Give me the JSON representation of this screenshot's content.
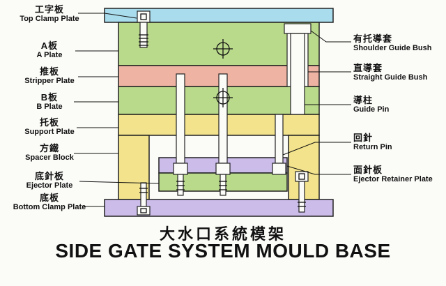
{
  "title": {
    "zh": "大水口系統模架",
    "en": "SIDE GATE SYSTEM MOULD BASE"
  },
  "labels": {
    "left": [
      {
        "zh": "工字板",
        "en": "Top Clamp Plate"
      },
      {
        "zh": "A板",
        "en": "A Plate"
      },
      {
        "zh": "推板",
        "en": "Stripper Plate"
      },
      {
        "zh": "B板",
        "en": "B Plate"
      },
      {
        "zh": "托板",
        "en": "Support Plate"
      },
      {
        "zh": "方鐵",
        "en": "Spacer Block"
      },
      {
        "zh": "底針板",
        "en": "Ejector Plate"
      },
      {
        "zh": "底板",
        "en": "Bottom Clamp Plate"
      }
    ],
    "right": [
      {
        "zh": "有托導套",
        "en": "Shoulder Guide Bush"
      },
      {
        "zh": "直導套",
        "en": "Straight Guide Bush"
      },
      {
        "zh": "導柱",
        "en": "Guide Pin"
      },
      {
        "zh": "回針",
        "en": "Return Pin"
      },
      {
        "zh": "面針板",
        "en": "Ejector Retainer Plate"
      }
    ]
  },
  "colors": {
    "top_clamp_plate": "#a9dcec",
    "a_plate": "#b9d98b",
    "stripper_plate": "#eeb3a3",
    "b_plate": "#b9d98b",
    "support_plate": "#f2e38c",
    "spacer_block": "#f2e38c",
    "ejector_retainer_plate": "#cbbce9",
    "ejector_plate": "#b9d98b",
    "bottom_clamp_plate": "#cbbce9",
    "pin_fill": "#fbfbf8",
    "outline": "#111111"
  }
}
